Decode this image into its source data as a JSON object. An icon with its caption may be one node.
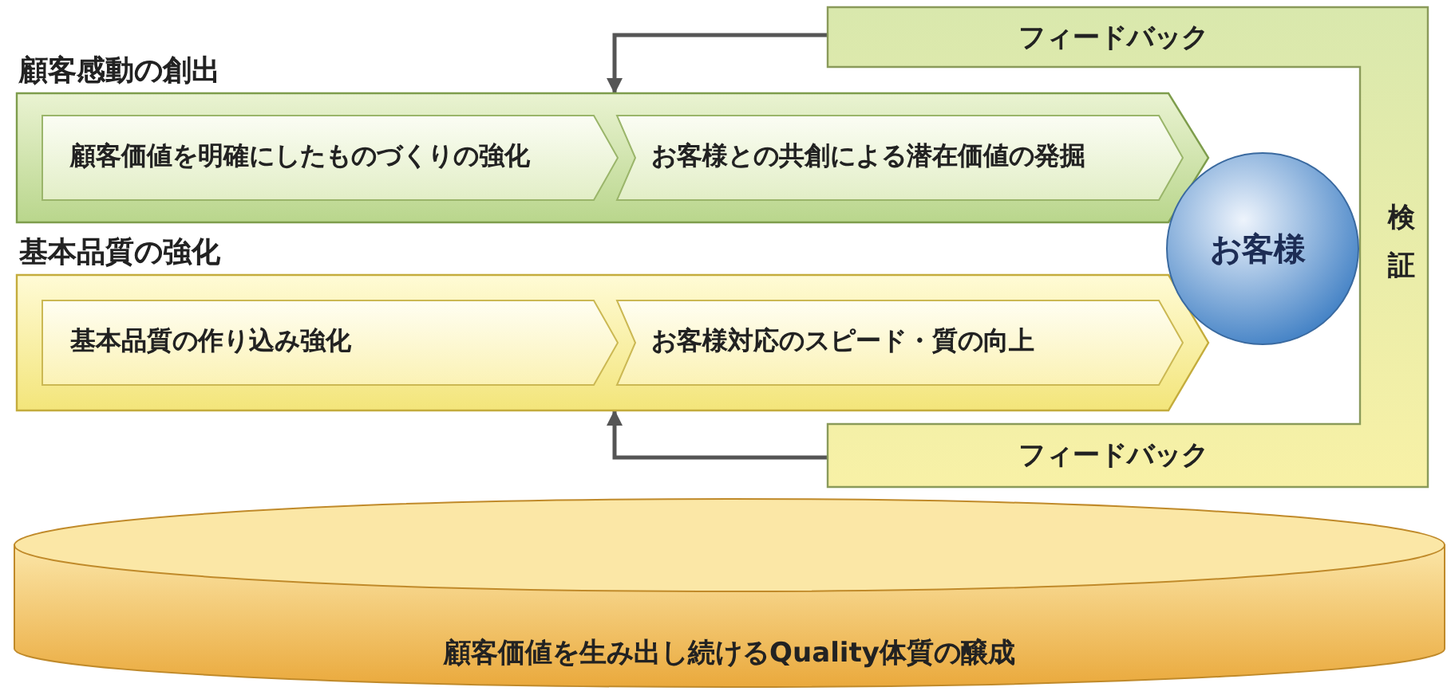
{
  "diagram": {
    "nodes": [
      {
        "text": [
          "フィードバック",
          "検証",
          "フィードバック"
        ]
      },
      {
        "text": [
          "顧客感動の創出"
        ]
      },
      {
        "text": [
          "顧客価値を明確にしたものづくりの強化"
        ],
        "in": 1
      },
      {
        "text": [
          "お客様との共創による潜在価値の発掘"
        ],
        "in": 1
      },
      {
        "text": [
          "基本品質の強化"
        ]
      },
      {
        "text": [
          "基本品質の作り込み強化"
        ],
        "in": 4
      },
      {
        "text": [
          "お客様対応のスピード・質の向上"
        ],
        "in": 4
      },
      {
        "text": [
          "お客様"
        ]
      },
      {
        "text": [
          "顧客価値を生み出し続けるQuality体質の醸成"
        ]
      }
    ],
    "edges": [
      {
        "from": 0,
        "to": 1,
        "arrow": "to"
      },
      {
        "from": 0,
        "to": 4,
        "arrow": "to"
      }
    ]
  }
}
